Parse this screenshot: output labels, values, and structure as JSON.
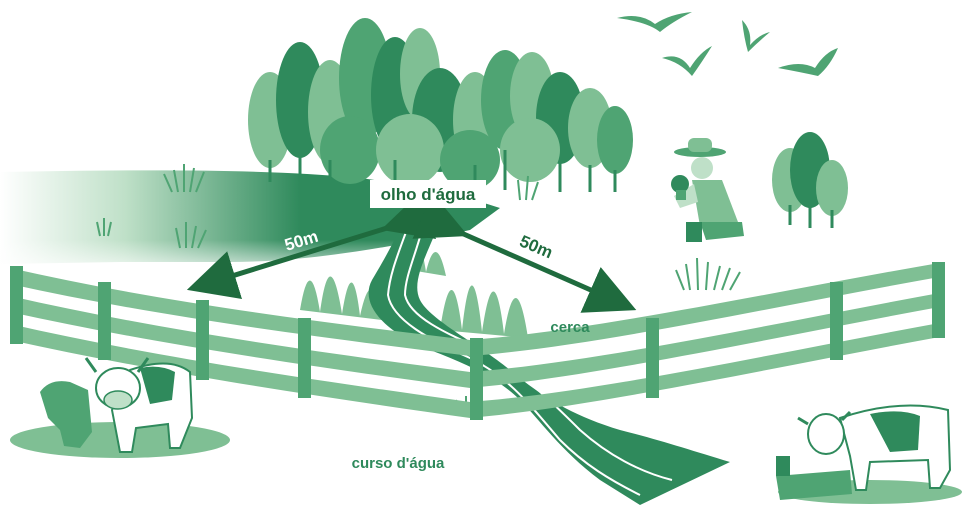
{
  "labels": {
    "spring": "olho d'água",
    "distance_left": "50m",
    "distance_right": "50m",
    "fence": "cerca",
    "stream": "curso d'água"
  },
  "colors": {
    "primary_green": "#2f8a5c",
    "light_green": "#7fbf94",
    "pale_green": "#bfe0c8",
    "arrow_green": "#1f6b3e",
    "background": "#ffffff"
  }
}
